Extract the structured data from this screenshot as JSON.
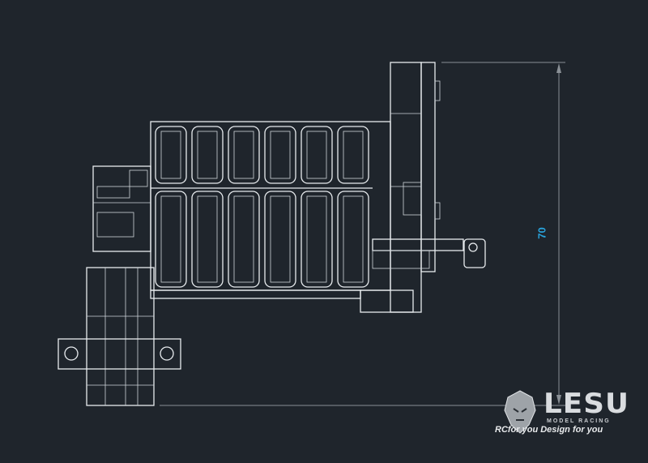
{
  "drawing": {
    "dimension_label": "70",
    "dimension_color": "#29a3dc",
    "background": "#1f252c"
  },
  "logo": {
    "brand": "LESU",
    "subtitle": "MODEL RACING",
    "tagline": "RCfor you Design for you"
  }
}
